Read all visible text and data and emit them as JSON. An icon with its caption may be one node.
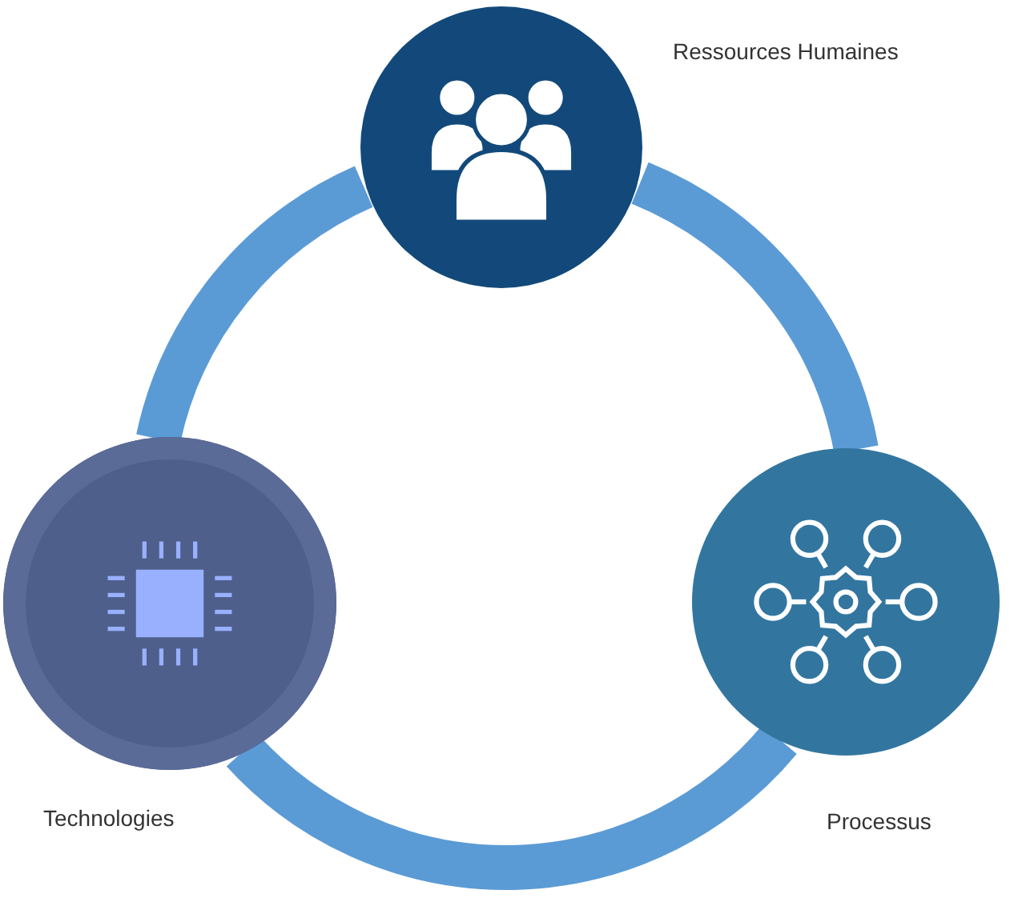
{
  "diagram": {
    "nodes": [
      {
        "text": [
          "Ressources Humaines"
        ]
      },
      {
        "text": [
          "Technologies"
        ]
      },
      {
        "text": [
          "Processus"
        ]
      }
    ],
    "edges": [
      {
        "from": 0,
        "to": 2,
        "arrow": "none"
      },
      {
        "from": 2,
        "to": 1,
        "arrow": "none"
      },
      {
        "from": 1,
        "to": 0,
        "arrow": "none"
      }
    ]
  }
}
